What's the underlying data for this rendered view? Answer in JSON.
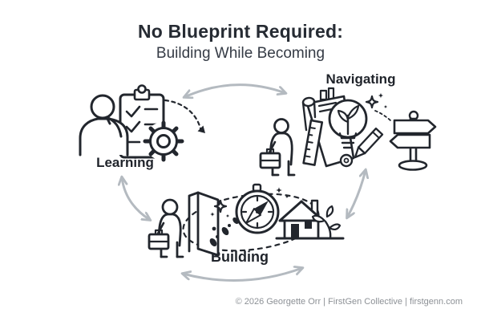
{
  "title": {
    "line1": "No Blueprint Required:",
    "line2": "Building While Becoming"
  },
  "nodes": [
    {
      "id": "learning",
      "label": "Learning",
      "icons": [
        "thinking-person-icon",
        "checklist-clipboard-icon",
        "gear-icon",
        "dashed-arrow-icon"
      ]
    },
    {
      "id": "navigating",
      "label": "Navigating",
      "icons": [
        "walking-person-briefcase-icon",
        "blueprint-scrolls-icon",
        "ruler-icon",
        "lightbulb-sprout-icon",
        "pencil-icon",
        "sparkles-icon",
        "signpost-icon"
      ]
    },
    {
      "id": "building",
      "label": "Building",
      "icons": [
        "walking-person-briefcase-icon",
        "open-door-icon",
        "sparkles-icon",
        "footprints-icon",
        "compass-icon",
        "dashed-path-icon",
        "house-icon",
        "plant-icon"
      ]
    }
  ],
  "connections": [
    {
      "from": "Learning",
      "to": "Navigating",
      "style": "gray-curved-double-arrow",
      "position": "top"
    },
    {
      "from": "Learning",
      "to": "Building",
      "style": "gray-curved-double-arrow",
      "position": "left"
    },
    {
      "from": "Navigating",
      "to": "Building",
      "style": "gray-curved-double-arrow",
      "position": "right"
    },
    {
      "from": "Building",
      "to": "Building",
      "style": "gray-curved-double-arrow",
      "position": "bottom"
    }
  ],
  "footer": {
    "credit": "© 2026 Georgette Orr | FirstGen Collective | firstgenn.com"
  },
  "colors": {
    "background": "#ffffff",
    "ink": "#22262d",
    "arrow_gray": "#b4bac0",
    "footer_gray": "#8d9196"
  }
}
